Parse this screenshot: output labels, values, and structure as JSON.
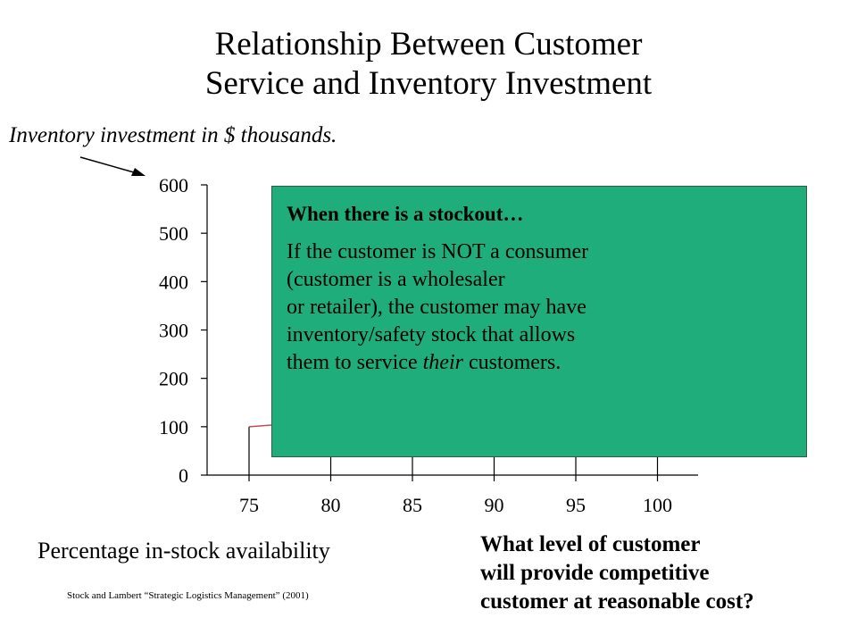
{
  "slide": {
    "title_line1": "Relationship Between Customer",
    "title_line2": "Service and Inventory Investment",
    "ylabel_note": "Inventory investment in $ thousands.",
    "xlabel": "Percentage in-stock availability",
    "source": "Stock and Lambert “Strategic Logistics Management” (2001)",
    "question_line1": "What level of customer",
    "question_line2": "will provide competitive",
    "question_line3": "customer at reasonable cost?"
  },
  "callout": {
    "heading": "When there is a stockout…",
    "line1": "If the customer is NOT a consumer",
    "line2": "(customer is a wholesaler",
    "line3": "or retailer), the customer may have",
    "line4": "inventory/safety stock that allows",
    "line5_pre": "them to service ",
    "line5_em": "their",
    "line5_post": " customers.",
    "background": "#1fae7b"
  },
  "chart_data": {
    "type": "line",
    "x_categories": [
      "75",
      "80",
      "85",
      "90",
      "95",
      "100"
    ],
    "y_ticks": [
      0,
      100,
      200,
      300,
      400,
      500,
      600
    ],
    "ylim": [
      0,
      600
    ],
    "series": [
      {
        "x": [
          75,
          77
        ],
        "values": [
          100,
          105
        ]
      }
    ],
    "line_color": "#c0504d",
    "grid": false
  }
}
